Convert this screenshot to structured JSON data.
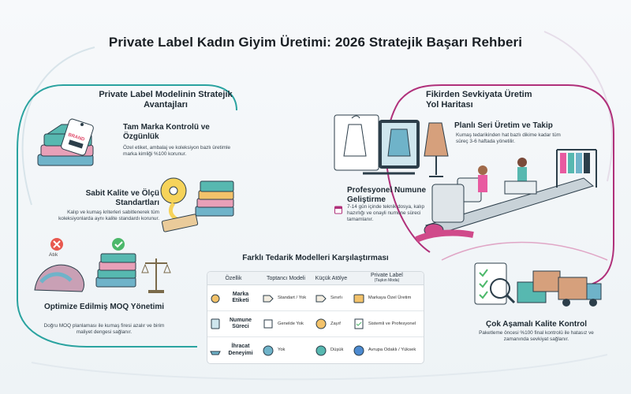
{
  "title": "Private Label Kadın Giyim Üretimi: 2026 Stratejik Başarı Rehberi",
  "left_section": {
    "title": "Private Label Modelinin Stratejik Avantajları",
    "items": [
      {
        "title": "Tam Marka Kontrolü ve Özgünlük",
        "desc": "Özel etiket, ambalaj ve koleksiyon bazlı üretimle marka kimliği %100 korunur."
      },
      {
        "title": "Sabit Kalite ve Ölçü Standartları",
        "desc": "Kalıp ve kumaş kriterleri sabitlenerek tüm koleksiyonlarda aynı kalite standardı korunur."
      },
      {
        "title": "Optimize Edilmiş MOQ Yönetimi",
        "desc": "Doğru MOQ planlaması ile kumaş firesi azalır ve birim maliyet dengesi sağlanır."
      }
    ],
    "tag_label": "BRAND",
    "waste_label": "Atık"
  },
  "right_section": {
    "title": "Fikirden Sevkiyata Üretim Yol Haritası",
    "items": [
      {
        "title": "Planlı Seri Üretim ve Takip",
        "desc": "Kumaş tedarikinden hat bazlı dikime kadar tüm süreç 3-6 haftada yönetilir."
      },
      {
        "title": "Profesyonel Numune Geliştirme",
        "desc": "7-14 gün içinde teknik dosya, kalıp hazırlığı ve onayli numune süreci tamamlanır."
      },
      {
        "title": "Çok Aşamalı Kalite Kontrol",
        "desc": "Paketleme öncesi %100 final kontrolü ile hatasız ve zamanında sevkiyat sağlanır."
      }
    ]
  },
  "comparison": {
    "title": "Farklı Tedarik Modelleri Karşılaştırması",
    "headers": [
      "Özellik",
      "Toptancı Modeli",
      "Küçük Atölye",
      "Private Label",
      "(Taşkın Moda)"
    ],
    "rows": [
      {
        "feature": "Marka Etiketi",
        "wholesale": "Standart / Yok",
        "workshop": "Sınırlı",
        "private": "Markaya Özel Üretim"
      },
      {
        "feature": "Numune Süreci",
        "wholesale": "Genelde Yok",
        "workshop": "Zayıf",
        "private": "Sistemli ve Profesyonel"
      },
      {
        "feature": "İhracat Deneyimi",
        "wholesale": "Yok",
        "workshop": "Düşük",
        "private": "Avrupa Odaklı / Yüksek"
      }
    ]
  },
  "colors": {
    "teal": "#2aa3a0",
    "magenta": "#b0307a",
    "pink": "#e85aa0",
    "bg": "#f4f7f9"
  }
}
